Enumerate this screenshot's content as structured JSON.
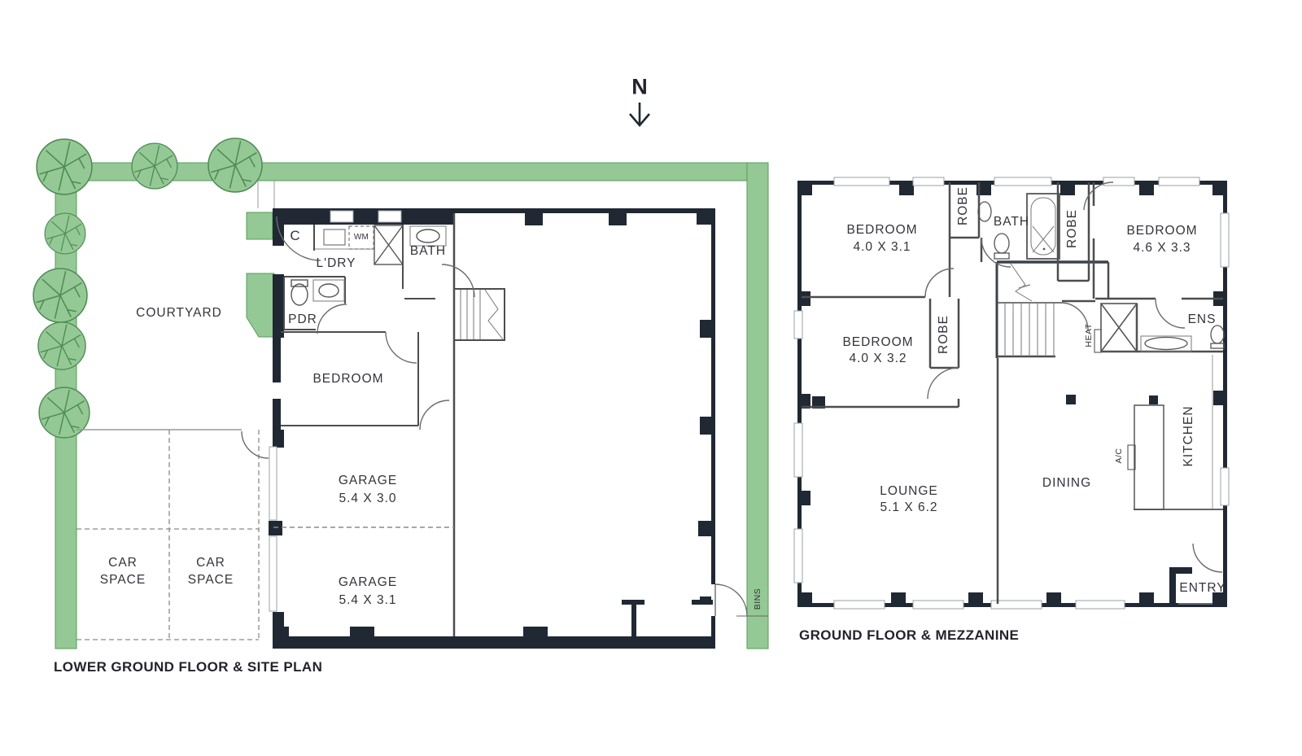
{
  "north": {
    "label": "N"
  },
  "lower_plan": {
    "title": "LOWER GROUND FLOOR & SITE PLAN",
    "labels": {
      "courtyard": "COURTYARD",
      "closet": "C",
      "washing_machine": "WM",
      "bath": "BATH",
      "laundry": "L'DRY",
      "powder_room": "PDR",
      "bedroom": "BEDROOM",
      "garage_1_name": "GARAGE",
      "garage_1_dims": "5.4 X 3.0",
      "garage_2_name": "GARAGE",
      "garage_2_dims": "5.4 X 3.1",
      "car_space_1": "CAR SPACE",
      "car_space_2": "CAR SPACE",
      "bins": "BINS"
    }
  },
  "ground_plan": {
    "title": "GROUND FLOOR & MEZZANINE",
    "labels": {
      "bedroom_1_name": "BEDROOM",
      "bedroom_1_dims": "4.0 X 3.1",
      "robe_1": "ROBE",
      "bath": "BATH",
      "robe_2": "ROBE",
      "bedroom_2_name": "BEDROOM",
      "bedroom_2_dims": "4.6 X 3.3",
      "bedroom_3_name": "BEDROOM",
      "bedroom_3_dims": "4.0 X 3.2",
      "robe_3": "ROBE",
      "heat": "HEAT",
      "ens": "ENS",
      "lounge_name": "LOUNGE",
      "lounge_dims": "5.1 X 6.2",
      "dining": "DINING",
      "ac": "A/C",
      "kitchen": "KITCHEN",
      "entry": "ENTRY"
    }
  },
  "colors": {
    "landscaping_green": "#94c894",
    "landscaping_border": "#579b5c",
    "wall_dark": "#202833",
    "interior_line": "#4d4d4d",
    "text": "#33343c"
  }
}
